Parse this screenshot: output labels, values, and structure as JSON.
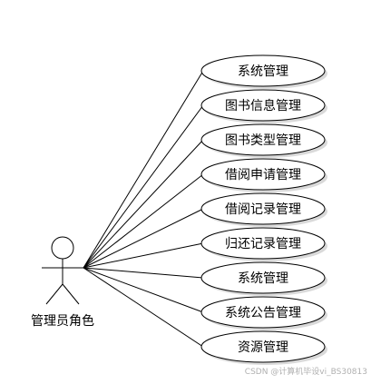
{
  "actor": {
    "name": "管理员角色"
  },
  "use_cases": [
    {
      "label": "系统管理"
    },
    {
      "label": "图书信息管理"
    },
    {
      "label": "图书类型管理"
    },
    {
      "label": "借阅申请管理"
    },
    {
      "label": "借阅记录管理"
    },
    {
      "label": "归还记录管理"
    },
    {
      "label": "系统管理"
    },
    {
      "label": "系统公告管理"
    },
    {
      "label": "资源管理"
    }
  ],
  "watermark": "CSDN @计算机毕设vi_BS30813",
  "colors": {
    "stroke": "#000000",
    "background": "#ffffff",
    "shadow": "#d9d9d9"
  }
}
